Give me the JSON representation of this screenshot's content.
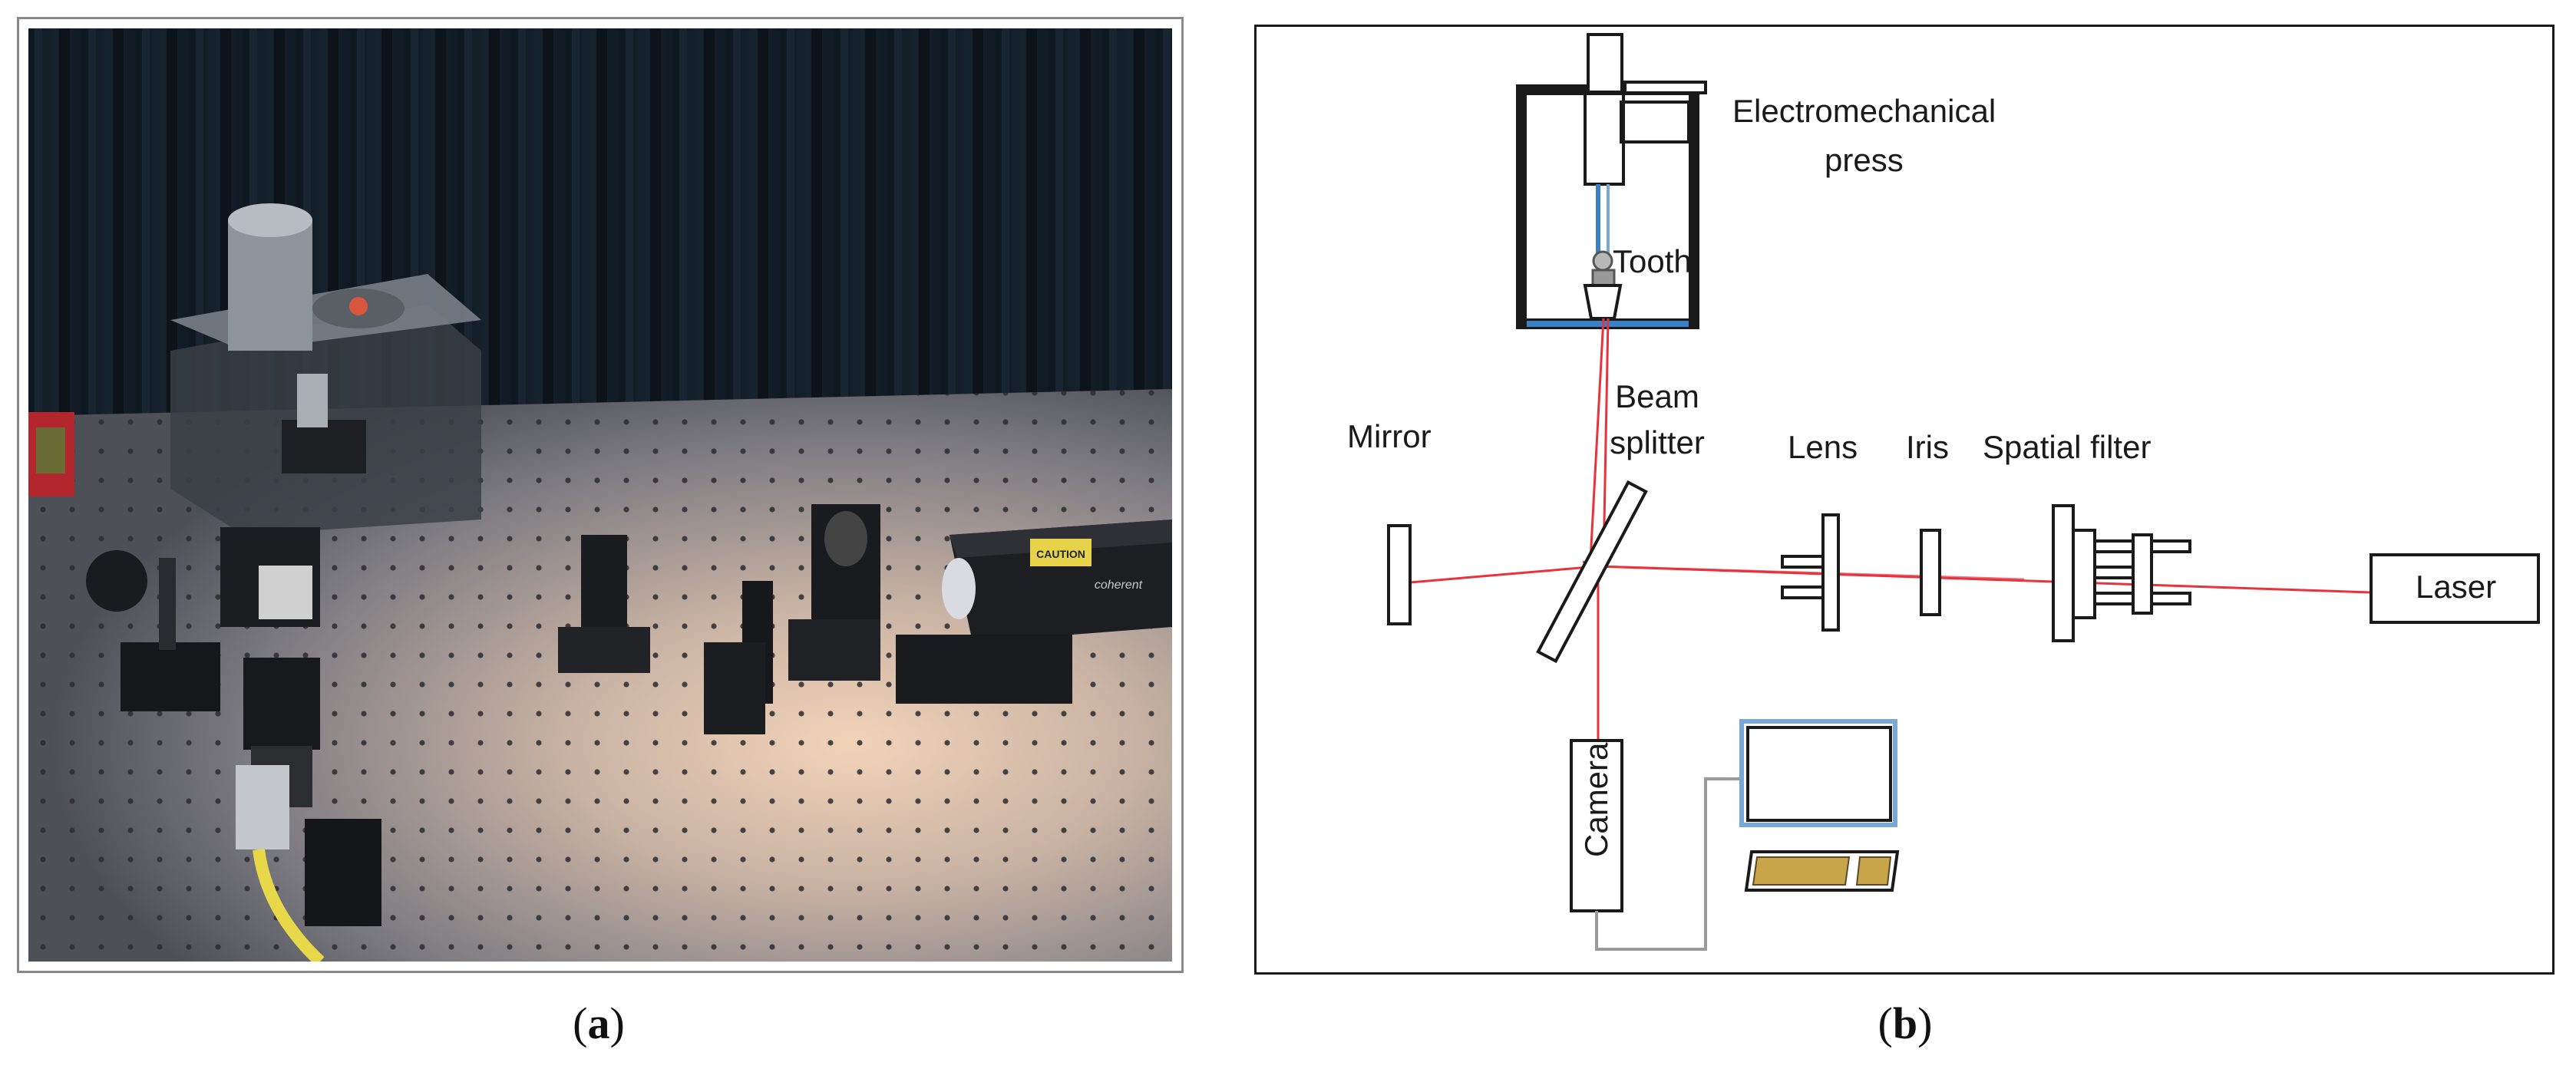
{
  "panel_a": {
    "caption_open": "(",
    "caption_letter": "a",
    "caption_close": ")",
    "laser_sticker": "CAUTION",
    "laser_brand": "coherent"
  },
  "panel_b": {
    "caption_open": "(",
    "caption_letter": "b",
    "caption_close": ")",
    "labels": {
      "press_line1": "Electromechanical",
      "press_line2": "press",
      "tooth": "Tooth",
      "beam_splitter_line1": "Beam",
      "beam_splitter_line2": "splitter",
      "mirror": "Mirror",
      "lens": "Lens",
      "iris": "Iris",
      "spatial_filter": "Spatial filter",
      "laser": "Laser",
      "camera": "Camera"
    },
    "colors": {
      "beam": "#e8323c",
      "outline": "#1a1a1a",
      "cable": "#9a9a9a",
      "keyboard": "#c9a54a",
      "press_base": "#3b7fc4"
    }
  }
}
